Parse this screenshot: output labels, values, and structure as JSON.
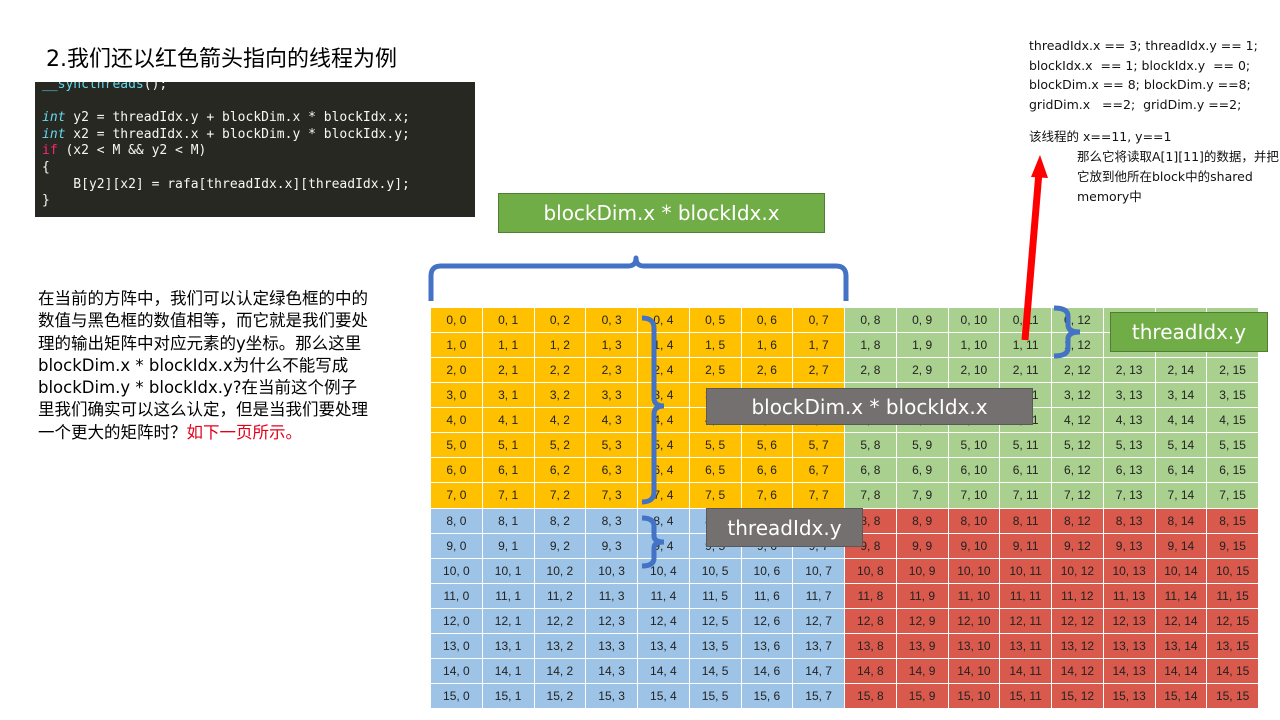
{
  "title": "2.我们还以红色箭头指向的线程为例",
  "code_lines": [
    [
      {
        "t": "__syncthreads",
        "c": "fn"
      },
      {
        "t": "();",
        "c": ""
      }
    ],
    [
      {
        "t": "",
        "c": ""
      }
    ],
    [
      {
        "t": "int",
        "c": "kw"
      },
      {
        "t": " y2 = threadIdx.y + blockDim.x * blockIdx.x;",
        "c": ""
      }
    ],
    [
      {
        "t": "int",
        "c": "kw"
      },
      {
        "t": " x2 = threadIdx.x + blockDim.y * blockIdx.y;",
        "c": ""
      }
    ],
    [
      {
        "t": "if",
        "c": "kw2"
      },
      {
        "t": " (x2 < M && y2 < M)",
        "c": ""
      }
    ],
    [
      {
        "t": "{",
        "c": ""
      }
    ],
    [
      {
        "t": "    B[y2][x2] = rafa[threadIdx.x][threadIdx.y];",
        "c": ""
      }
    ],
    [
      {
        "t": "}",
        "c": ""
      }
    ]
  ],
  "info": {
    "lines": [
      "threadIdx.x == 3; threadIdx.y == 1;",
      "blockIdx.x  == 1; blockIdx.y  == 0;",
      "blockDim.x == 8; blockDim.y ==8;",
      "gridDim.x   ==2;  gridDim.y ==2;"
    ],
    "thread_pos": "该线程的 x==11, y==1",
    "explain": "那么它将读取A[1][11]的数据，并把它放到他所在block中的shared memory中"
  },
  "paragraph": {
    "main": "在当前的方阵中，我们可以认定绿色框的中的数值与黑色框的数值相等，而它就是我们要处理的输出矩阵中对应元素的y坐标。那么这里blockDim.x * blockIdx.x为什么不能写成blockDim.y * blockIdx.y?在当前这个例子里我们确实可以这么认定，但是当我们要处理一个更大的矩阵时？",
    "red": "如下一页所示。"
  },
  "labels": {
    "green_top": "blockDim.x * blockIdx.x",
    "green_right": "threadIdx.y",
    "gray_mid": "blockDim.x * blockIdx.x",
    "gray_low": "threadIdx.y"
  },
  "grid": {
    "rows": 16,
    "cols": 16,
    "colors": {
      "yellow": "#ffc000",
      "green": "#a9d08e",
      "blue": "#9dc3e6",
      "red": "#d9594c"
    }
  },
  "accent": {
    "bracket_blue": "#4472c4",
    "arrow_red": "#ff0000"
  }
}
